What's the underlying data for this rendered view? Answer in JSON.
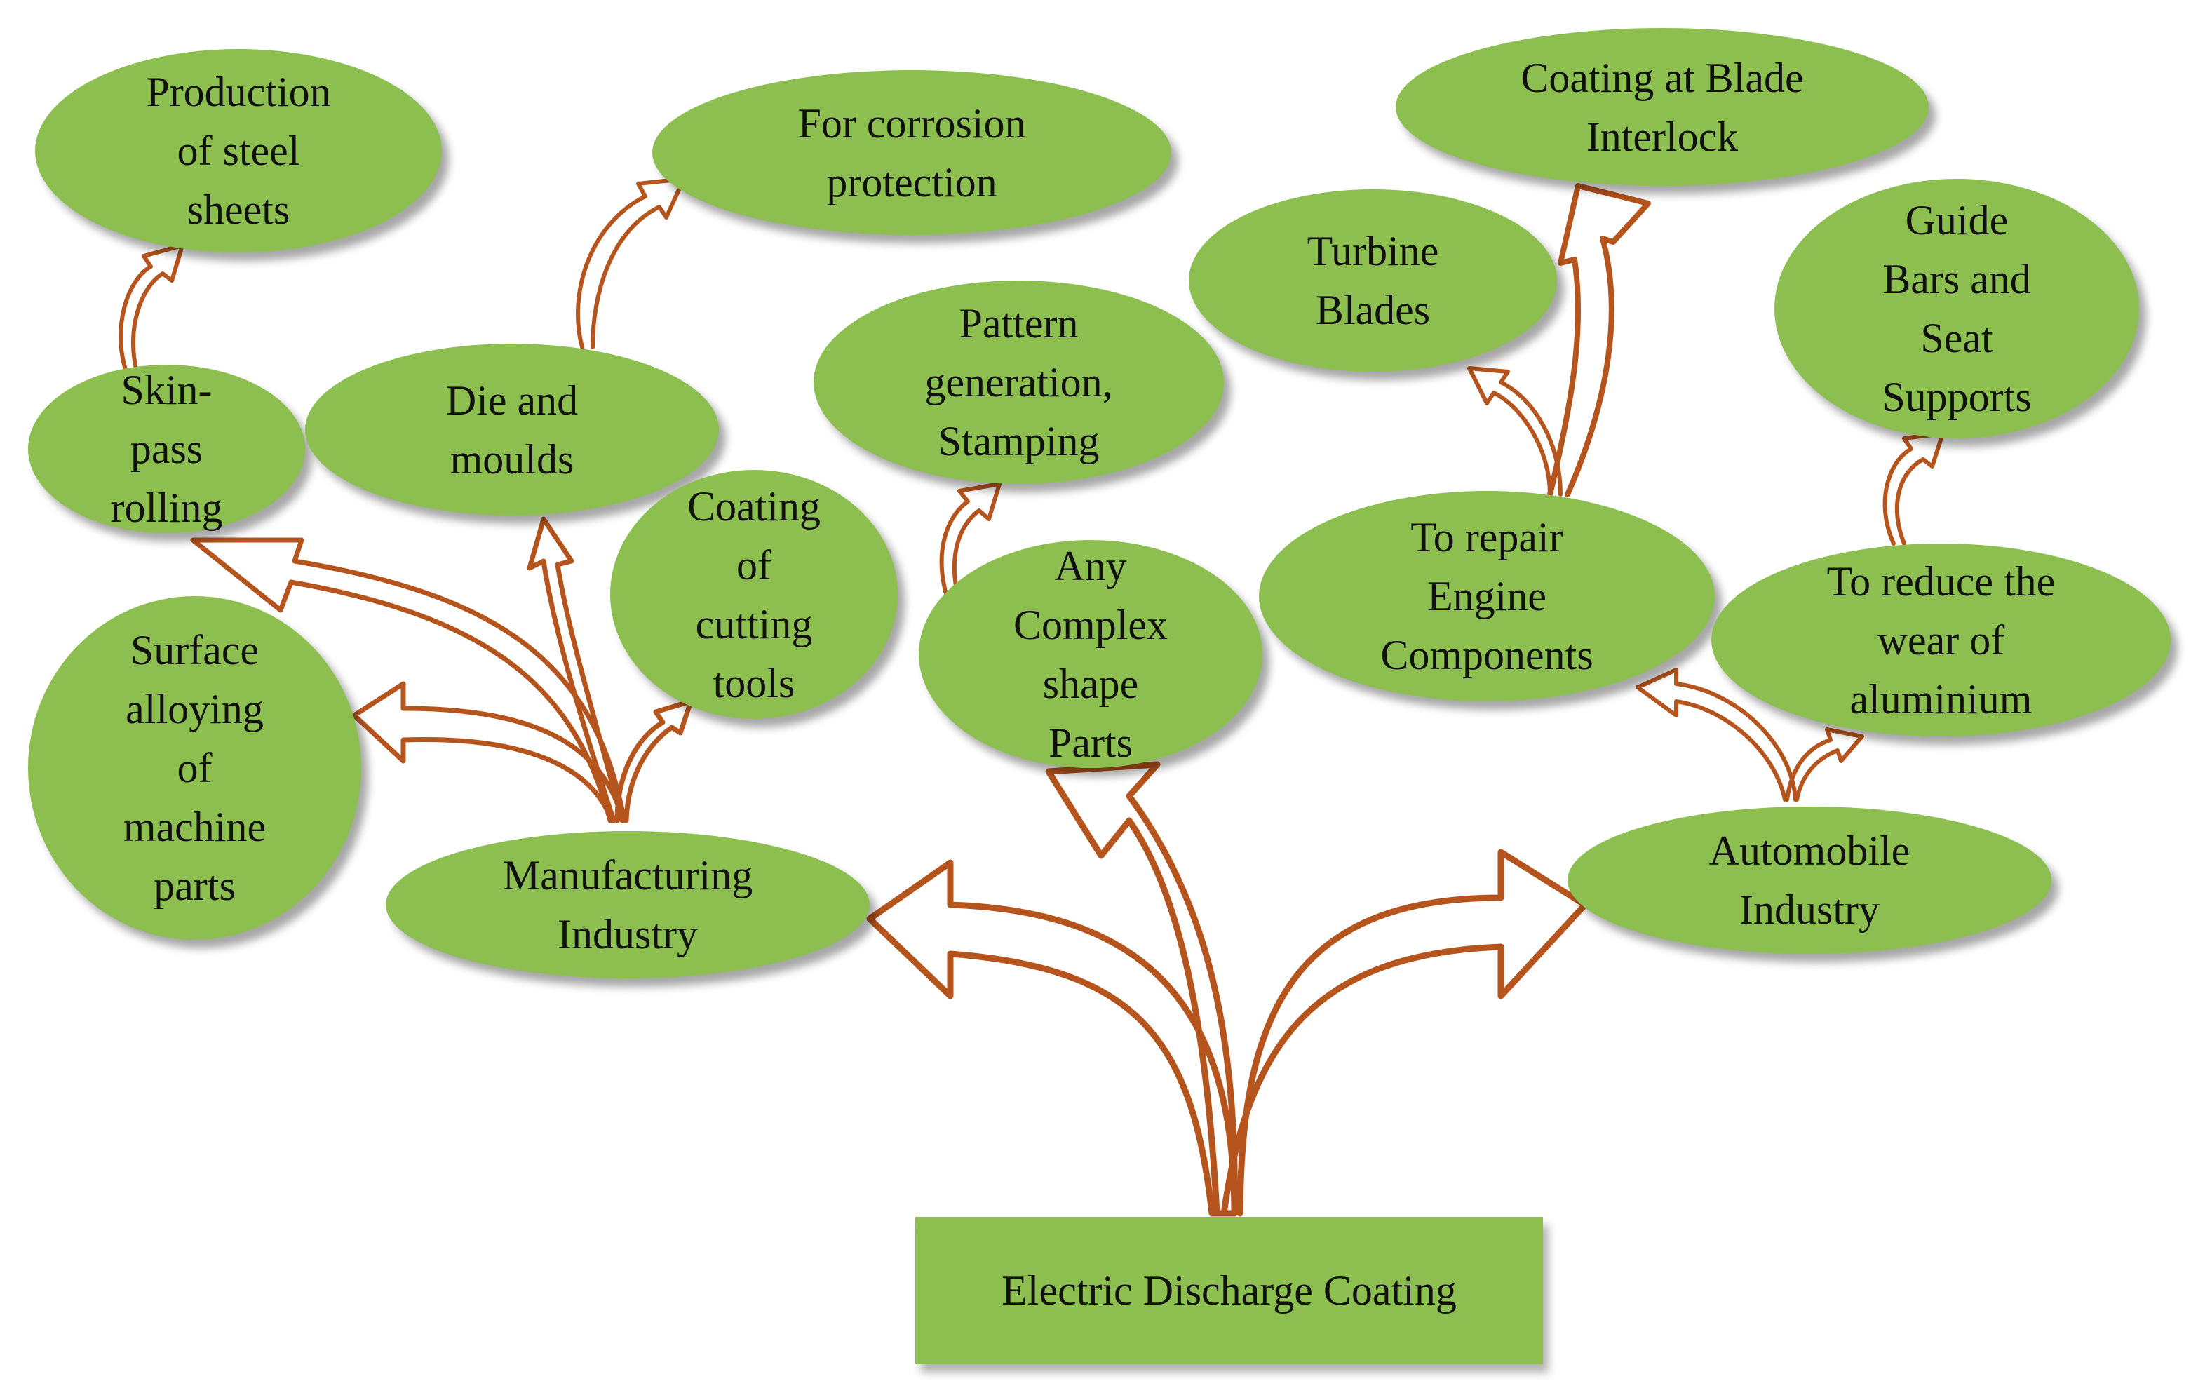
{
  "diagram": {
    "root": "Electric Discharge Coating",
    "nodes": {
      "production_steel": "Production\nof steel\nsheets",
      "corrosion": "For corrosion\nprotection",
      "blade_interlock": "Coating at Blade\nInterlock",
      "turbine_blades": "Turbine\nBlades",
      "guide_bars": "Guide\nBars and\nSeat\nSupports",
      "pattern_generation": "Pattern\ngeneration,\nStamping",
      "skin_pass": "Skin-\npass\nrolling",
      "die_moulds": "Die and\nmoulds",
      "cutting_tools": "Coating\nof\ncutting\ntools",
      "complex_parts": "Any\nComplex\nshape\nParts",
      "repair_engine": "To repair\nEngine\nComponents",
      "reduce_wear": "To reduce the\nwear of\naluminium",
      "surface_alloying": "Surface\nalloying\nof\nmachine\nparts",
      "manufacturing": "Manufacturing\nIndustry",
      "automobile": "Automobile\nIndustry"
    },
    "colors": {
      "node_fill": "#8cbf4f",
      "arrow_stroke": "#b5541c",
      "text": "#111111"
    }
  }
}
